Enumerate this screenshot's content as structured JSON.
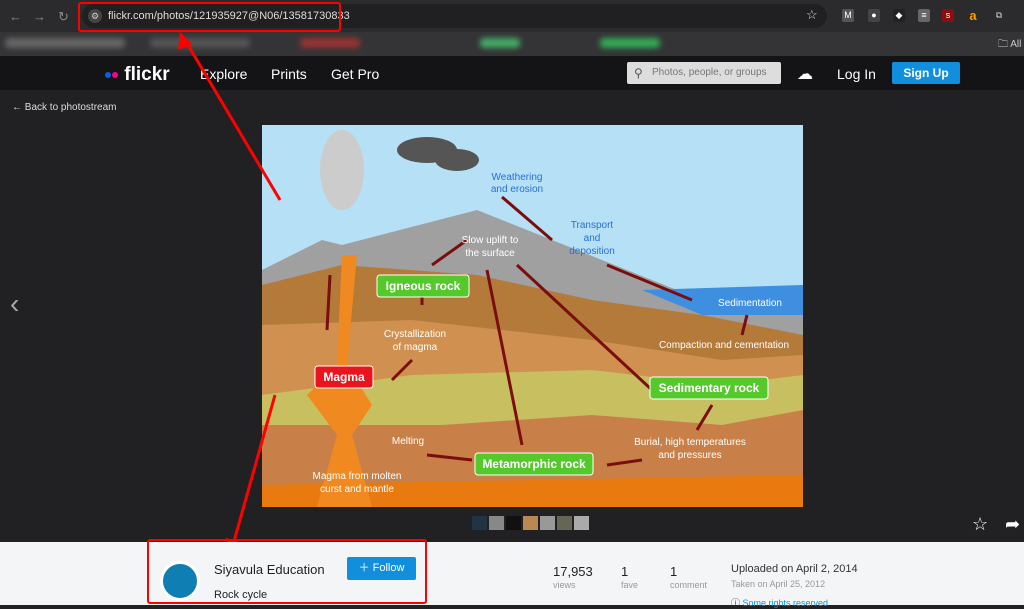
{
  "browser": {
    "url": "flickr.com/photos/121935927@N06/13581730833",
    "bookmark_all": "All"
  },
  "header": {
    "logo": "flickr",
    "menu": [
      "Explore",
      "Prints",
      "Get Pro"
    ],
    "search_placeholder": "Photos, people, or groups",
    "login": "Log In",
    "signup": "Sign Up"
  },
  "back": "Back to photostream",
  "diagram": {
    "labels": {
      "weathering": [
        "Weathering",
        "and erosion"
      ],
      "transport": [
        "Transport",
        "and",
        "deposition"
      ],
      "uplift": [
        "Slow uplift to",
        "the surface"
      ],
      "sedimentation": "Sedimentation",
      "compaction": "Compaction and cementation",
      "crystallization": [
        "Crystallization",
        "of magma"
      ],
      "burial": [
        "Burial, high temperatures",
        "and pressures"
      ],
      "melting": "Melting",
      "magma_from": [
        "Magma from molten",
        "curst and mantle"
      ]
    },
    "boxes": {
      "igneous": "Igneous rock",
      "magma": "Magma",
      "sedimentary": "Sedimentary rock",
      "metamorphic": "Metamorphic rock"
    },
    "colors": {
      "sky": "#b5e0f5",
      "rockbox": "#55c82b",
      "magmabox": "#e8141e",
      "arrow": "#7a0e0e",
      "label_blue": "#2a6fd6"
    }
  },
  "owner": {
    "name": "Siyavula Education",
    "follow": "Follow",
    "photo_title": "Rock cycle"
  },
  "stats": [
    {
      "value": "17,953",
      "label": "views"
    },
    {
      "value": "1",
      "label": "fave"
    },
    {
      "value": "1",
      "label": "comment"
    }
  ],
  "dates": {
    "uploaded": "Uploaded on April 2, 2014",
    "taken": "Taken on April 25, 2012",
    "license": "Some rights reserved"
  }
}
